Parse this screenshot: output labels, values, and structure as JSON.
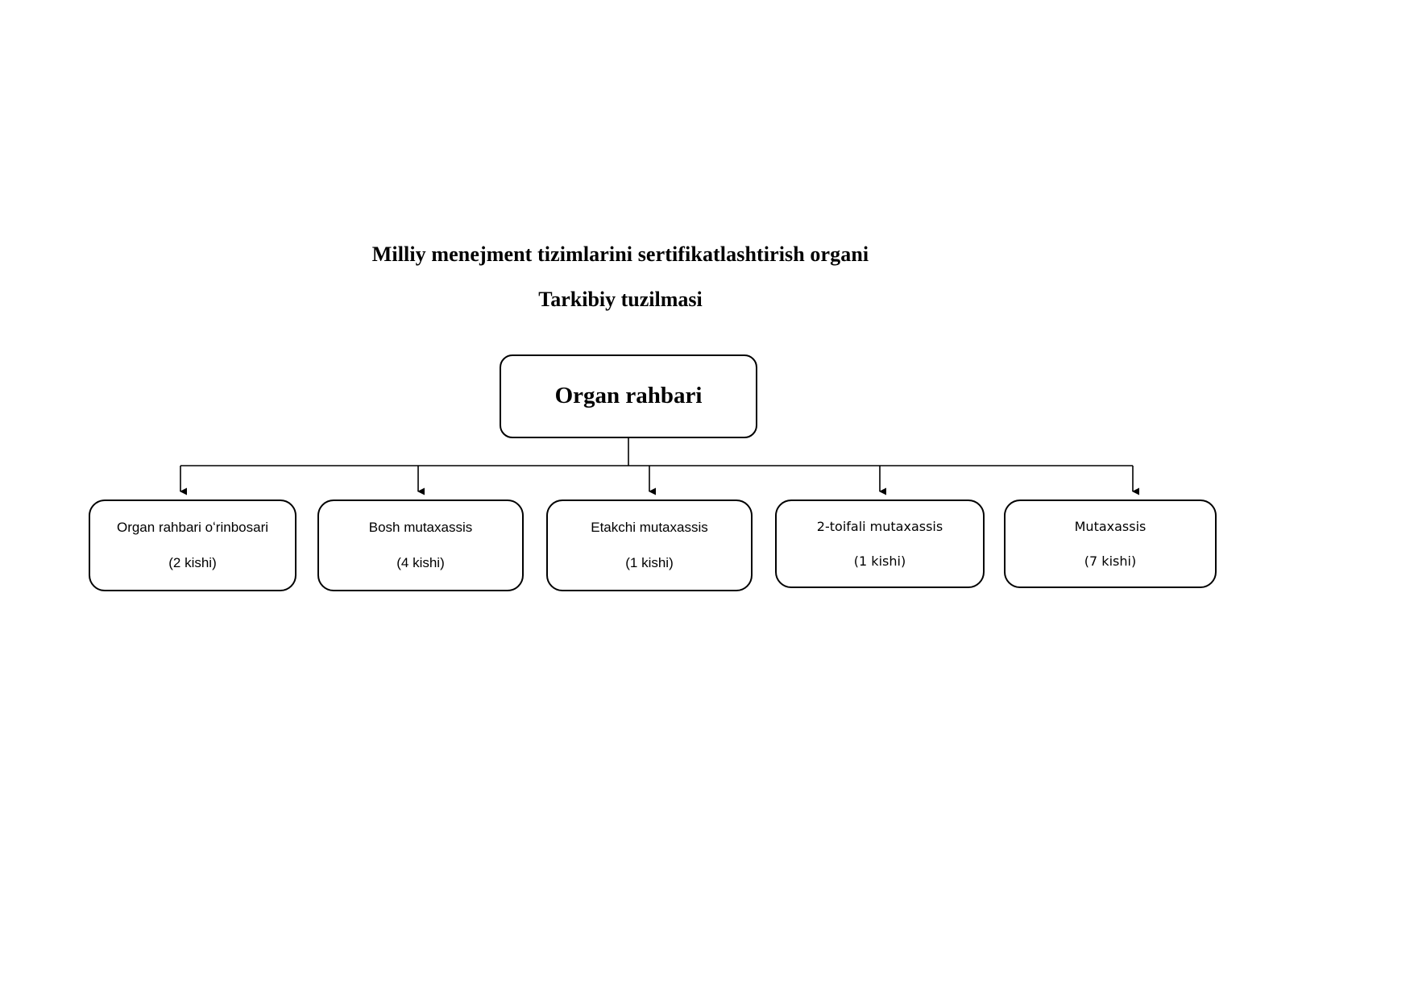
{
  "document": {
    "title_line_1": "Milliy menejment tizimlarini sertifikatlashtirish organi",
    "title_line_2": "Tarkibiy tuzilmasi"
  },
  "chart": {
    "type": "org-chart",
    "orientation": "top-down",
    "line_color": "#000000",
    "box_border_color": "#000000",
    "box_fill_color": "#ffffff",
    "background_color": "#ffffff",
    "root": {
      "label": "Organ rahbari"
    },
    "children": [
      {
        "label": "Organ rahbari oʻrinbosari",
        "count": "(2 kishi)"
      },
      {
        "label": "Bosh mutaxassis",
        "count": "(4 kishi)"
      },
      {
        "label": "Etakchi mutaxassis",
        "count": "(1 kishi)"
      },
      {
        "label": "2-toifali mutaxassis",
        "count": "(1 kishi)"
      },
      {
        "label": "Mutaxassis",
        "count": "(7 kishi)"
      }
    ]
  }
}
